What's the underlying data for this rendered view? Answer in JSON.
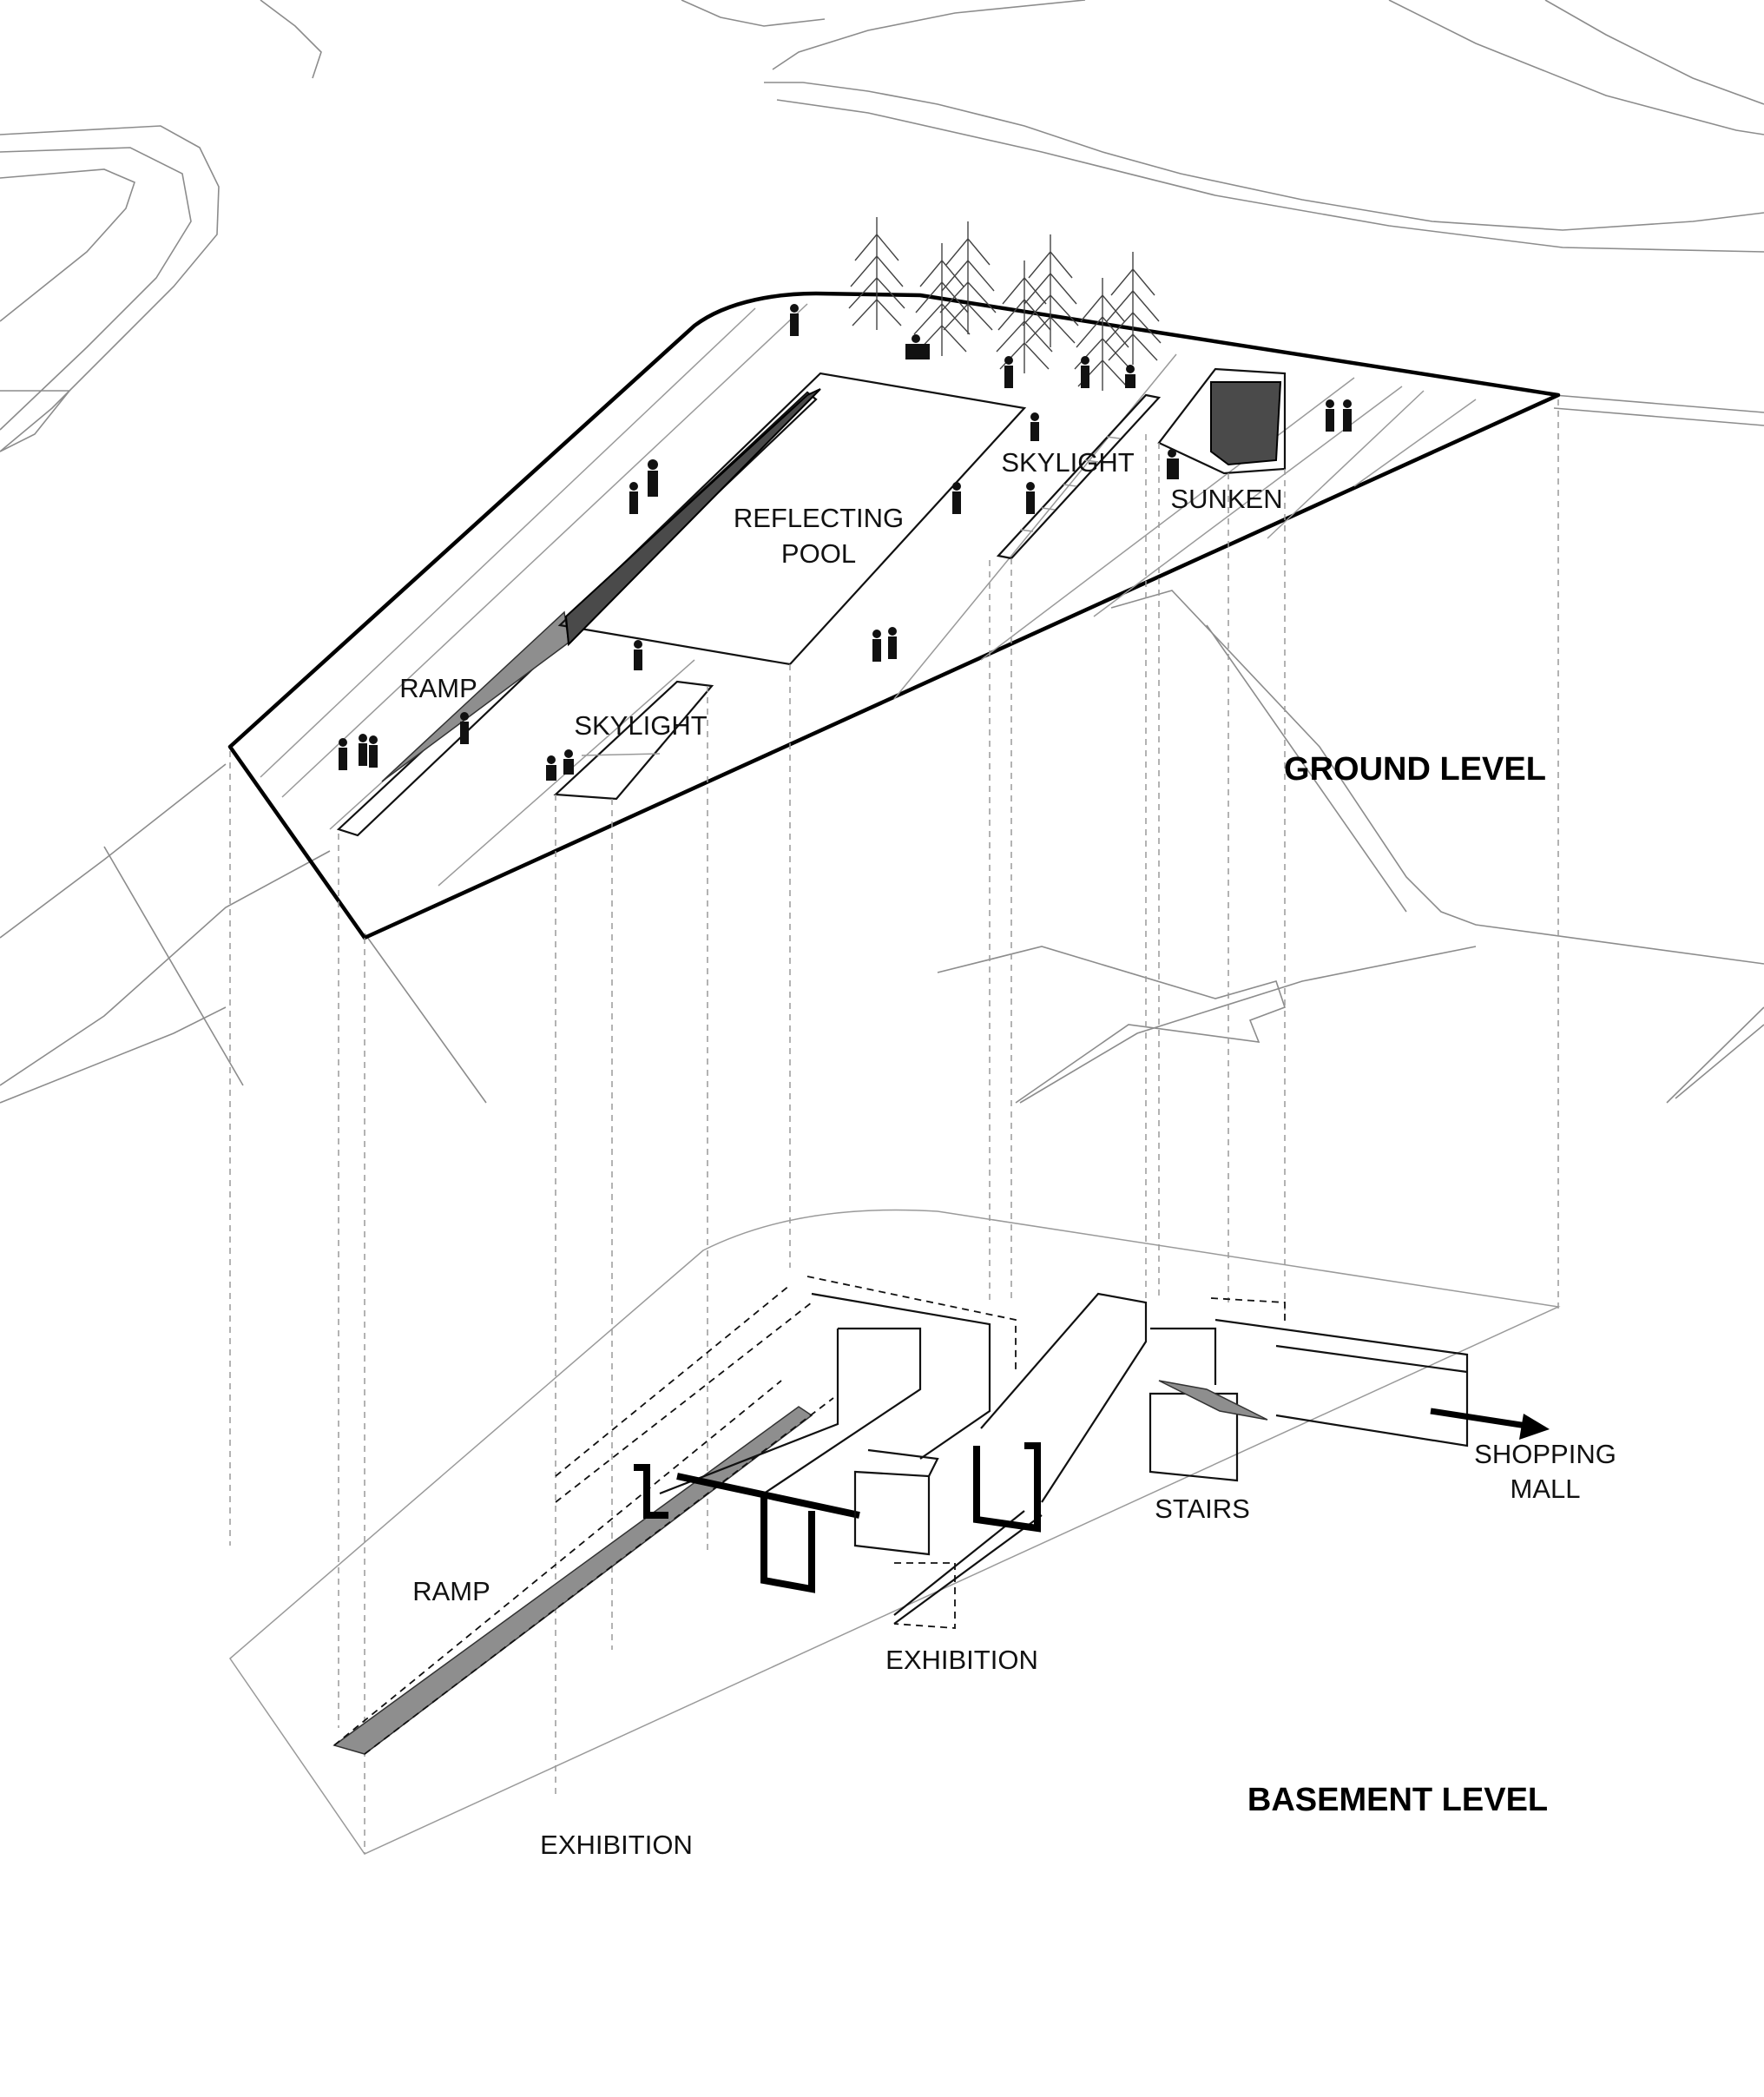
{
  "ground": {
    "title": "GROUND LEVEL",
    "labels": {
      "reflecting_line1": "REFLECTING",
      "reflecting_line2": "POOL",
      "skylight_east": "SKYLIGHT",
      "sunken": "SUNKEN",
      "ramp": "RAMP",
      "skylight_west": "SKYLIGHT"
    }
  },
  "basement": {
    "title": "BASEMENT LEVEL",
    "labels": {
      "shopping_line1": "SHOPPING",
      "shopping_line2": "MALL",
      "stairs": "STAIRS",
      "ramp": "RAMP",
      "exhibition_mid": "EXHIBITION",
      "exhibition_low": "EXHIBITION"
    }
  }
}
